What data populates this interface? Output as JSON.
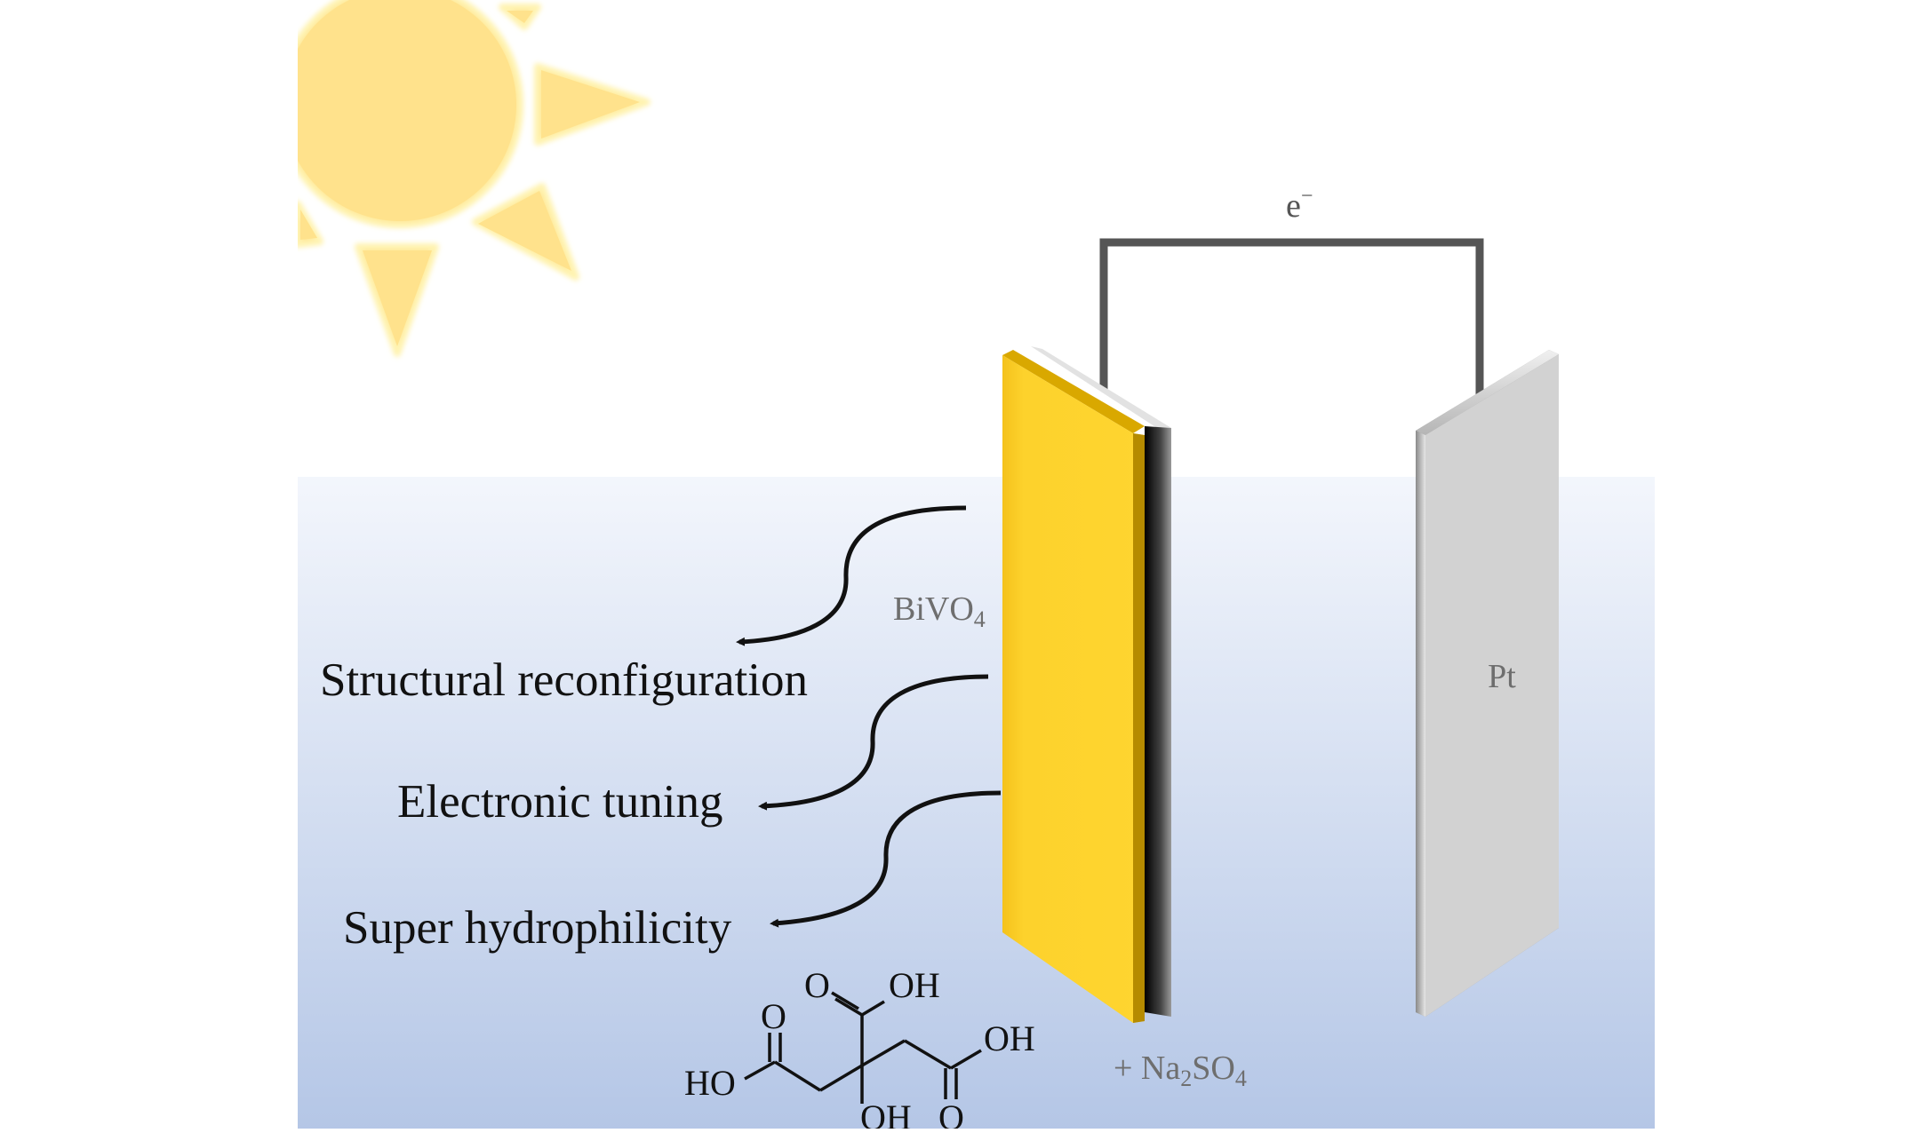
{
  "labels": {
    "electron": "e",
    "electron_sup": "−",
    "photoanode_main": "BiVO",
    "photoanode_sub": "4",
    "cathode": "Pt",
    "electrolyte_prefix": "+ Na",
    "electrolyte_sub1": "2",
    "electrolyte_mid": "SO",
    "electrolyte_sub2": "4"
  },
  "effects": [
    "Structural reconfiguration",
    "Electronic tuning",
    "Super hydrophilicity"
  ],
  "molecule": {
    "atoms": {
      "o_top_left": "O",
      "oh_top": "OH",
      "o_left": "O",
      "ho_left": "HO",
      "oh_right": "OH",
      "oh_bottom": "OH",
      "o_bottom_right": "O"
    }
  },
  "colors": {
    "sun": "#ffe28c",
    "sun_glow": "#fff3b0",
    "electrolyte_top": "#f3f6fc",
    "electrolyte_bottom": "#b4c6e6",
    "bivo4": "#fdd22c",
    "substrate": "#2b2b2b",
    "pt": "#d2d2d2",
    "wire": "#555555",
    "arrow": "#111111"
  }
}
